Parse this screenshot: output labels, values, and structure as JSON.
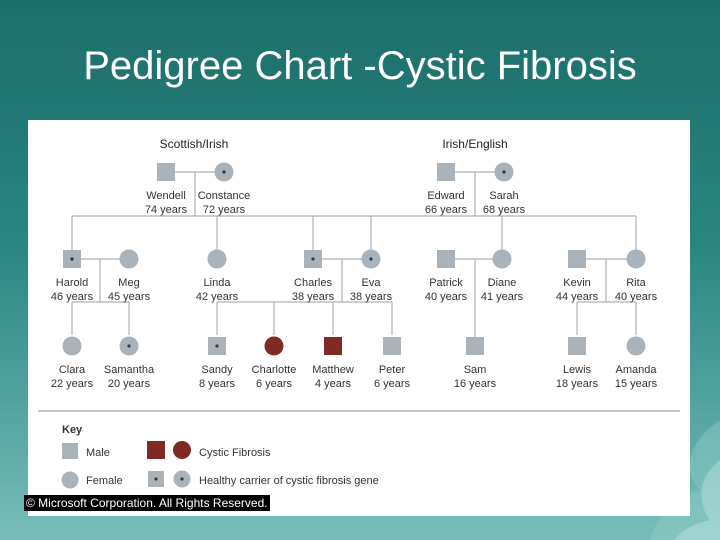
{
  "slide": {
    "title": "Pedigree Chart -Cystic Fibrosis"
  },
  "families": {
    "left": "Scottish/Irish",
    "right": "Irish/English"
  },
  "people": {
    "wendell": {
      "name": "Wendell",
      "age": "74 years",
      "sex": "male",
      "status": "unaffected"
    },
    "constance": {
      "name": "Constance",
      "age": "72 years",
      "sex": "female",
      "status": "carrier"
    },
    "edward": {
      "name": "Edward",
      "age": "66 years",
      "sex": "male",
      "status": "unaffected"
    },
    "sarah": {
      "name": "Sarah",
      "age": "68 years",
      "sex": "female",
      "status": "carrier"
    },
    "harold": {
      "name": "Harold",
      "age": "46 years",
      "sex": "male",
      "status": "carrier"
    },
    "meg": {
      "name": "Meg",
      "age": "45 years",
      "sex": "female",
      "status": "unaffected"
    },
    "linda": {
      "name": "Linda",
      "age": "42 years",
      "sex": "female",
      "status": "unaffected"
    },
    "charles": {
      "name": "Charles",
      "age": "38 years",
      "sex": "male",
      "status": "carrier"
    },
    "eva": {
      "name": "Eva",
      "age": "38 years",
      "sex": "female",
      "status": "carrier"
    },
    "patrick": {
      "name": "Patrick",
      "age": "40 years",
      "sex": "male",
      "status": "unaffected"
    },
    "diane": {
      "name": "Diane",
      "age": "41 years",
      "sex": "female",
      "status": "unaffected"
    },
    "kevin": {
      "name": "Kevin",
      "age": "44 years",
      "sex": "male",
      "status": "unaffected"
    },
    "rita": {
      "name": "Rita",
      "age": "40 years",
      "sex": "female",
      "status": "unaffected"
    },
    "clara": {
      "name": "Clara",
      "age": "22 years",
      "sex": "female",
      "status": "unaffected"
    },
    "samantha": {
      "name": "Samantha",
      "age": "20 years",
      "sex": "female",
      "status": "carrier"
    },
    "sandy": {
      "name": "Sandy",
      "age": "8 years",
      "sex": "male",
      "status": "carrier"
    },
    "charlotte": {
      "name": "Charlotte",
      "age": "6 years",
      "sex": "female",
      "status": "affected"
    },
    "matthew": {
      "name": "Matthew",
      "age": "4 years",
      "sex": "male",
      "status": "affected"
    },
    "peter": {
      "name": "Peter",
      "age": "6 years",
      "sex": "male",
      "status": "unaffected"
    },
    "sam": {
      "name": "Sam",
      "age": "16 years",
      "sex": "male",
      "status": "unaffected"
    },
    "lewis": {
      "name": "Lewis",
      "age": "18 years",
      "sex": "male",
      "status": "unaffected"
    },
    "amanda": {
      "name": "Amanda",
      "age": "15 years",
      "sex": "female",
      "status": "unaffected"
    }
  },
  "key": {
    "title": "Key",
    "male": "Male",
    "female": "Female",
    "affected": "Cystic Fibrosis",
    "carrier": "Healthy carrier of cystic fibrosis gene"
  },
  "colors": {
    "unaffected": "#a9b3b9",
    "affected": "#7f2a22",
    "lines": "#a9b3b9",
    "dot": "#2c3a44"
  },
  "copyright": "© Microsoft Corporation. All Rights Reserved."
}
